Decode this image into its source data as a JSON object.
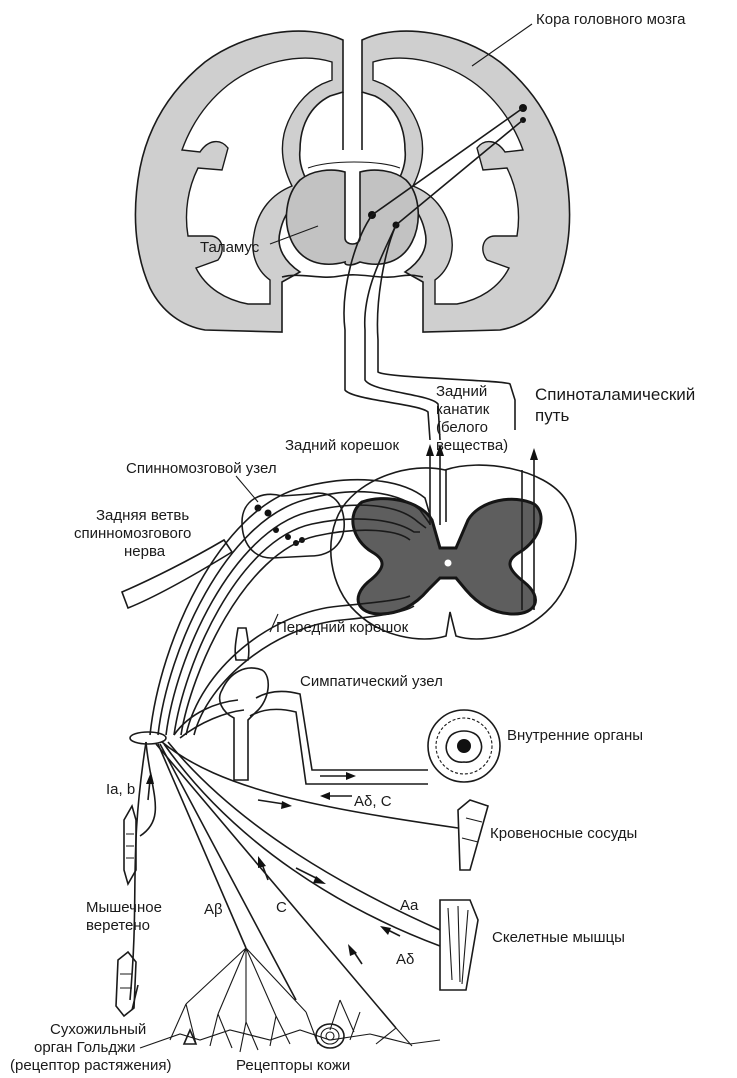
{
  "labels": {
    "cortex": "Кора головного мозга",
    "thalamus": "Таламус",
    "dorsal_column_1": "Задний",
    "dorsal_column_2": "канатик",
    "dorsal_column_3": "(белого",
    "dorsal_column_4": "вещества)",
    "spinothalamic_1": "Спиноталамический",
    "spinothalamic_2": "путь",
    "dorsal_root": "Задний корешок",
    "spinal_ganglion": "Спинномозговой узел",
    "dorsal_ramus_1": "Задняя ветвь",
    "dorsal_ramus_2": "спинномозгового",
    "dorsal_ramus_3": "нерва",
    "ventral_root": "Передний корешок",
    "sympathetic_ganglion": "Симпатический узел",
    "internal_organs": "Внутренние органы",
    "fiber_visceral": "Aδ, C",
    "fiber_ia_b": "Ia, b",
    "blood_vessels": "Кровеносные сосуды",
    "muscle_spindle_1": "Мышечное",
    "muscle_spindle_2": "веретено",
    "fiber_aa": "Aa",
    "skeletal_muscles": "Скелетные мышцы",
    "fiber_ad": "Aδ",
    "fiber_ab": "Aβ",
    "fiber_c": "C",
    "golgi_1": "Сухожильный",
    "golgi_2": "орган Гольджи",
    "golgi_3": "(рецептор растяжения)",
    "skin_receptors": "Рецепторы кожи"
  },
  "colors": {
    "line": "#1a1a1a",
    "cortex_fill": "#cfcfcf",
    "gray_matter": "#5e5e5e",
    "thalamus_fill": "#c2c2c2"
  }
}
